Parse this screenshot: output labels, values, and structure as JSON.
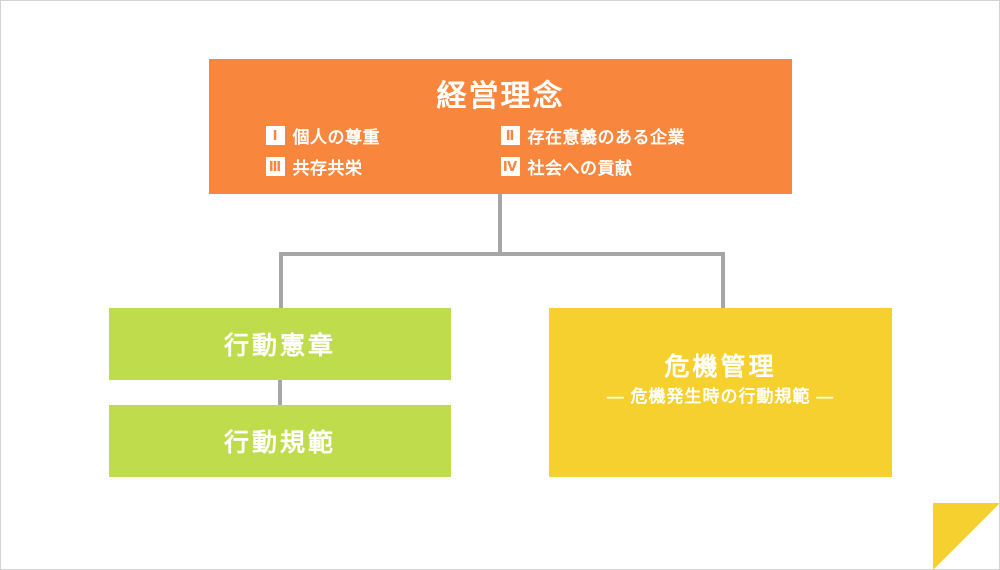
{
  "theme": {
    "background": "#ffffff",
    "border": "#d3d3d3",
    "connector": "#a6a6a6",
    "philosophy_color": "#f8863c",
    "charter_color": "#bedc4c",
    "crisis_color": "#f5d02e",
    "text_on_fill": "#ffffff"
  },
  "diagram": {
    "type": "hierarchy",
    "root": {
      "name": "management-philosophy",
      "title": "経営理念",
      "principles": [
        {
          "numeral": "Ⅰ",
          "label": "個人の尊重"
        },
        {
          "numeral": "Ⅱ",
          "label": "存在意義のある企業"
        },
        {
          "numeral": "Ⅲ",
          "label": "共存共栄"
        },
        {
          "numeral": "Ⅳ",
          "label": "社会への貢献"
        }
      ]
    },
    "branches": [
      {
        "name": "charter-of-conduct",
        "title": "行動憲章",
        "subtitle": ""
      },
      {
        "name": "code-of-conduct",
        "title": "行動規範",
        "subtitle": ""
      },
      {
        "name": "crisis-management",
        "title": "危機管理",
        "subtitle": "― 危機発生時の行動規範 ―"
      }
    ]
  }
}
